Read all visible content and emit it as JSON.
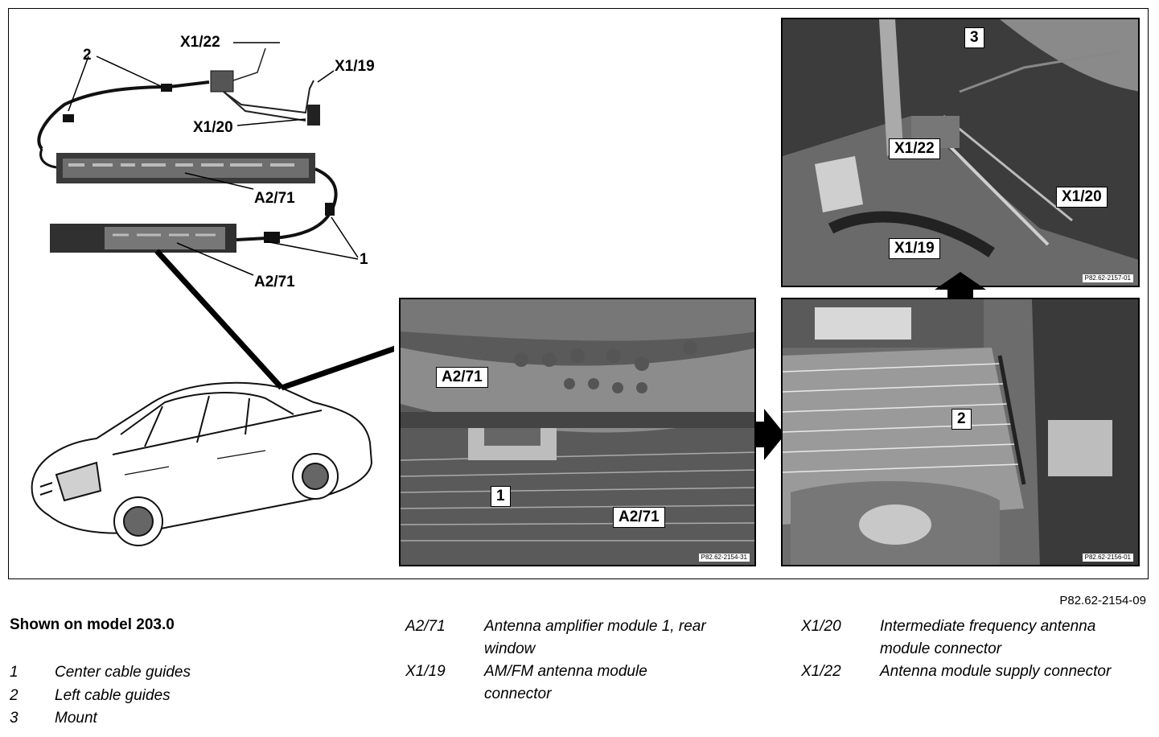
{
  "figure_ref": "P82.62-2154-09",
  "diagram_labels": {
    "x1_22": "X1/22",
    "x1_19": "X1/19",
    "x1_20": "X1/20",
    "a2_71": "A2/71",
    "num_1": "1",
    "num_2": "2",
    "num_3": "3"
  },
  "photo_ids": {
    "top_right": "P82.62-2157-01",
    "middle": "P82.62-2154-31",
    "bottom_right": "P82.62-2156-01"
  },
  "legend": {
    "heading": "Shown on model 203.0",
    "items": [
      {
        "key": "1",
        "text": "Center cable guides"
      },
      {
        "key": "2",
        "text": "Left cable guides"
      },
      {
        "key": "3",
        "text": "Mount"
      }
    ],
    "col2": [
      {
        "key": "A2/71",
        "text": "Antenna amplifier module 1, rear window"
      },
      {
        "key": "X1/19",
        "text": "AM/FM antenna module connector"
      }
    ],
    "col3": [
      {
        "key": "X1/20",
        "text": "Intermediate frequency antenna module connector"
      },
      {
        "key": "X1/22",
        "text": "Antenna module supply connector"
      }
    ]
  }
}
